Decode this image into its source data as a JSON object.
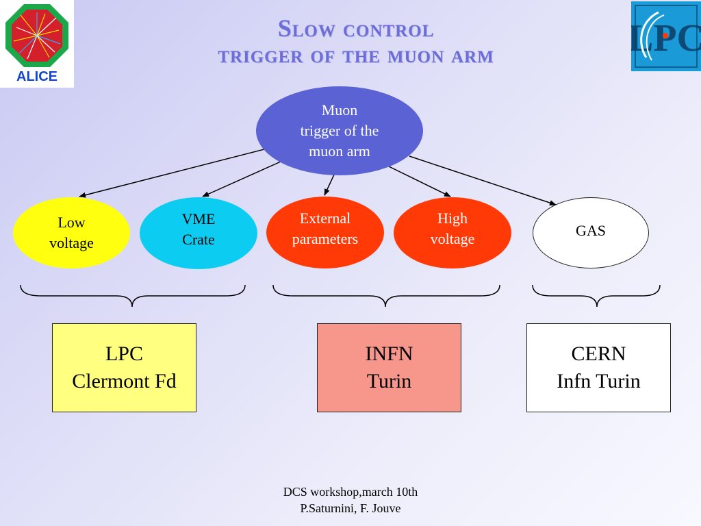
{
  "title": {
    "line1": "Slow control",
    "line2": "trigger of the muon arm"
  },
  "logos": {
    "alice": "ALICE",
    "lpc": "LPC"
  },
  "root_node": {
    "line1": "Muon",
    "line2": "trigger of the",
    "line3": "muon arm",
    "color": "#5b62d3"
  },
  "subsystems": [
    {
      "line1": "Low",
      "line2": "voltage",
      "color": "#ffff10"
    },
    {
      "line1": "VME",
      "line2": "Crate",
      "color": "#0dccf2"
    },
    {
      "line1": "External",
      "line2": "parameters",
      "color": "#ff3a07"
    },
    {
      "line1": "High",
      "line2": "voltage",
      "color": "#ff3a07"
    },
    {
      "line1": "GAS",
      "color": "#ffffff"
    }
  ],
  "institutes": [
    {
      "line1": "LPC",
      "line2": "Clermont Fd",
      "color": "#ffff80"
    },
    {
      "line1": "INFN",
      "line2": "Turin",
      "color": "#f7968a"
    },
    {
      "line1": "CERN",
      "line2": "Infn Turin",
      "color": "#ffffff"
    }
  ],
  "footer": {
    "line1": "DCS workshop,march 10th",
    "line2": "P.Saturnini, F. Jouve"
  }
}
